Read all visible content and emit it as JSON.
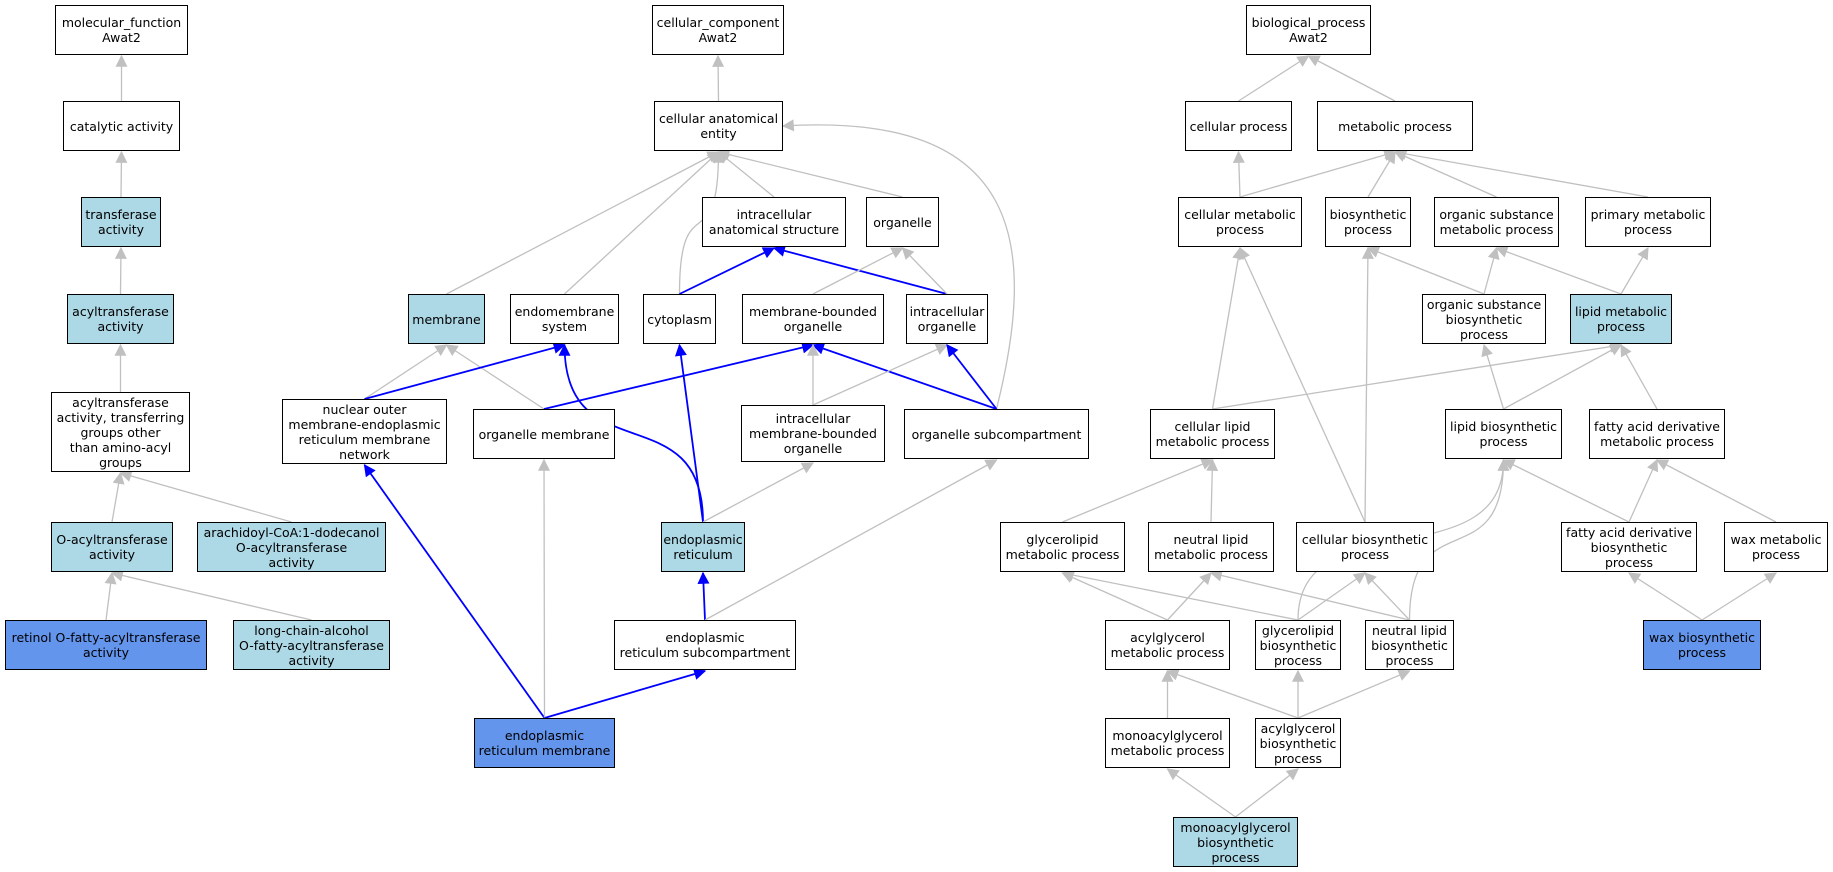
{
  "colors": {
    "plain_node": "#ffffff",
    "annotated_node": "#add8e6",
    "leaf_node": "#6495ed",
    "edge_default": "#c0c0c0",
    "edge_highlight": "#0000ff"
  },
  "nodes": [
    {
      "id": "mf",
      "lines": [
        "molecular_function",
        "Awat2"
      ],
      "fill": "white"
    },
    {
      "id": "catalytic",
      "lines": [
        "catalytic activity"
      ],
      "fill": "white"
    },
    {
      "id": "transferase",
      "lines": [
        "transferase",
        "activity"
      ],
      "fill": "light"
    },
    {
      "id": "acyltransferase",
      "lines": [
        "acyltransferase",
        "activity"
      ],
      "fill": "light"
    },
    {
      "id": "acyl_other",
      "lines": [
        "acyltransferase",
        "activity, transferring",
        "groups other",
        "than amino-acyl",
        "groups"
      ],
      "fill": "white"
    },
    {
      "id": "o_acyl",
      "lines": [
        "O-acyltransferase",
        "activity"
      ],
      "fill": "light"
    },
    {
      "id": "arachidoyl",
      "lines": [
        "arachidoyl-CoA:1-dodecanol",
        "O-acyltransferase",
        "activity"
      ],
      "fill": "light"
    },
    {
      "id": "retinol",
      "lines": [
        "retinol O-fatty-acyltransferase",
        "activity"
      ],
      "fill": "mid"
    },
    {
      "id": "longchain",
      "lines": [
        "long-chain-alcohol",
        "O-fatty-acyltransferase",
        "activity"
      ],
      "fill": "light"
    },
    {
      "id": "cc",
      "lines": [
        "cellular_component",
        "Awat2"
      ],
      "fill": "white"
    },
    {
      "id": "cae",
      "lines": [
        "cellular anatomical",
        "entity"
      ],
      "fill": "white"
    },
    {
      "id": "ias",
      "lines": [
        "intracellular",
        "anatomical structure"
      ],
      "fill": "white"
    },
    {
      "id": "organelle",
      "lines": [
        "organelle"
      ],
      "fill": "white"
    },
    {
      "id": "membrane",
      "lines": [
        "membrane"
      ],
      "fill": "light"
    },
    {
      "id": "endomem",
      "lines": [
        "endomembrane",
        "system"
      ],
      "fill": "white"
    },
    {
      "id": "cytoplasm",
      "lines": [
        "cytoplasm"
      ],
      "fill": "white"
    },
    {
      "id": "mbo",
      "lines": [
        "membrane-bounded",
        "organelle"
      ],
      "fill": "white"
    },
    {
      "id": "io",
      "lines": [
        "intracellular",
        "organelle"
      ],
      "fill": "white"
    },
    {
      "id": "nomer",
      "lines": [
        "nuclear outer",
        "membrane-endoplasmic",
        "reticulum membrane",
        "network"
      ],
      "fill": "white"
    },
    {
      "id": "orgmem",
      "lines": [
        "organelle membrane"
      ],
      "fill": "white"
    },
    {
      "id": "imbo",
      "lines": [
        "intracellular",
        "membrane-bounded",
        "organelle"
      ],
      "fill": "white"
    },
    {
      "id": "osub",
      "lines": [
        "organelle subcompartment"
      ],
      "fill": "white"
    },
    {
      "id": "er",
      "lines": [
        "endoplasmic",
        "reticulum"
      ],
      "fill": "light"
    },
    {
      "id": "ersub",
      "lines": [
        "endoplasmic",
        "reticulum subcompartment"
      ],
      "fill": "white"
    },
    {
      "id": "ermem",
      "lines": [
        "endoplasmic",
        "reticulum membrane"
      ],
      "fill": "mid"
    },
    {
      "id": "bp",
      "lines": [
        "biological_process",
        "Awat2"
      ],
      "fill": "white"
    },
    {
      "id": "cellproc",
      "lines": [
        "cellular process"
      ],
      "fill": "white"
    },
    {
      "id": "metproc",
      "lines": [
        "metabolic process"
      ],
      "fill": "white"
    },
    {
      "id": "cmp",
      "lines": [
        "cellular metabolic",
        "process"
      ],
      "fill": "white"
    },
    {
      "id": "biosyn",
      "lines": [
        "biosynthetic",
        "process"
      ],
      "fill": "white"
    },
    {
      "id": "osmp",
      "lines": [
        "organic substance",
        "metabolic process"
      ],
      "fill": "white"
    },
    {
      "id": "pmp",
      "lines": [
        "primary metabolic",
        "process"
      ],
      "fill": "white"
    },
    {
      "id": "osbp",
      "lines": [
        "organic substance",
        "biosynthetic",
        "process"
      ],
      "fill": "white"
    },
    {
      "id": "lmp",
      "lines": [
        "lipid metabolic",
        "process"
      ],
      "fill": "light"
    },
    {
      "id": "clmp",
      "lines": [
        "cellular lipid",
        "metabolic process"
      ],
      "fill": "white"
    },
    {
      "id": "lbp",
      "lines": [
        "lipid biosynthetic",
        "process"
      ],
      "fill": "white"
    },
    {
      "id": "fadmp",
      "lines": [
        "fatty acid derivative",
        "metabolic process"
      ],
      "fill": "white"
    },
    {
      "id": "glmp",
      "lines": [
        "glycerolipid",
        "metabolic process"
      ],
      "fill": "white"
    },
    {
      "id": "nlmp",
      "lines": [
        "neutral lipid",
        "metabolic process"
      ],
      "fill": "white"
    },
    {
      "id": "cbp",
      "lines": [
        "cellular biosynthetic",
        "process"
      ],
      "fill": "white"
    },
    {
      "id": "fadbp",
      "lines": [
        "fatty acid derivative",
        "biosynthetic",
        "process"
      ],
      "fill": "white"
    },
    {
      "id": "waxmp",
      "lines": [
        "wax metabolic",
        "process"
      ],
      "fill": "white"
    },
    {
      "id": "agmp",
      "lines": [
        "acylglycerol",
        "metabolic process"
      ],
      "fill": "white"
    },
    {
      "id": "glbp",
      "lines": [
        "glycerolipid",
        "biosynthetic",
        "process"
      ],
      "fill": "white"
    },
    {
      "id": "nlbp",
      "lines": [
        "neutral lipid",
        "biosynthetic",
        "process"
      ],
      "fill": "white"
    },
    {
      "id": "waxbp",
      "lines": [
        "wax biosynthetic",
        "process"
      ],
      "fill": "mid"
    },
    {
      "id": "magmp",
      "lines": [
        "monoacylglycerol",
        "metabolic process"
      ],
      "fill": "white"
    },
    {
      "id": "agbp",
      "lines": [
        "acylglycerol",
        "biosynthetic",
        "process"
      ],
      "fill": "white"
    },
    {
      "id": "magbp",
      "lines": [
        "monoacylglycerol",
        "biosynthetic",
        "process"
      ],
      "fill": "light"
    }
  ],
  "edges": [
    {
      "from": "catalytic",
      "to": "mf",
      "color": "gray"
    },
    {
      "from": "transferase",
      "to": "catalytic",
      "color": "gray"
    },
    {
      "from": "acyltransferase",
      "to": "transferase",
      "color": "gray"
    },
    {
      "from": "acyl_other",
      "to": "acyltransferase",
      "color": "gray"
    },
    {
      "from": "o_acyl",
      "to": "acyl_other",
      "color": "gray"
    },
    {
      "from": "arachidoyl",
      "to": "acyl_other",
      "color": "gray"
    },
    {
      "from": "retinol",
      "to": "o_acyl",
      "color": "gray"
    },
    {
      "from": "longchain",
      "to": "o_acyl",
      "color": "gray"
    },
    {
      "from": "cae",
      "to": "cc",
      "color": "gray"
    },
    {
      "from": "ias",
      "to": "cae",
      "color": "gray"
    },
    {
      "from": "organelle",
      "to": "cae",
      "color": "gray"
    },
    {
      "from": "membrane",
      "to": "cae",
      "color": "gray"
    },
    {
      "from": "endomem",
      "to": "cae",
      "color": "gray"
    },
    {
      "from": "cytoplasm",
      "to": "cae",
      "color": "gray",
      "curve": true
    },
    {
      "from": "osub",
      "to": "cae",
      "color": "gray",
      "curve": true
    },
    {
      "from": "cytoplasm",
      "to": "ias",
      "color": "blue"
    },
    {
      "from": "io",
      "to": "ias",
      "color": "blue"
    },
    {
      "from": "mbo",
      "to": "organelle",
      "color": "gray"
    },
    {
      "from": "io",
      "to": "organelle",
      "color": "gray"
    },
    {
      "from": "nomer",
      "to": "membrane",
      "color": "gray"
    },
    {
      "from": "orgmem",
      "to": "membrane",
      "color": "gray"
    },
    {
      "from": "nomer",
      "to": "endomem",
      "color": "blue"
    },
    {
      "from": "er",
      "to": "endomem",
      "color": "blue",
      "curve": true
    },
    {
      "from": "er",
      "to": "cytoplasm",
      "color": "blue"
    },
    {
      "from": "orgmem",
      "to": "mbo",
      "color": "blue"
    },
    {
      "from": "osub",
      "to": "mbo",
      "color": "blue"
    },
    {
      "from": "imbo",
      "to": "mbo",
      "color": "gray"
    },
    {
      "from": "imbo",
      "to": "io",
      "color": "gray"
    },
    {
      "from": "osub",
      "to": "io",
      "color": "blue"
    },
    {
      "from": "er",
      "to": "imbo",
      "color": "gray"
    },
    {
      "from": "ersub",
      "to": "er",
      "color": "blue"
    },
    {
      "from": "ersub",
      "to": "osub",
      "color": "gray"
    },
    {
      "from": "ermem",
      "to": "nomer",
      "color": "blue"
    },
    {
      "from": "ermem",
      "to": "orgmem",
      "color": "gray"
    },
    {
      "from": "ermem",
      "to": "ersub",
      "color": "blue"
    },
    {
      "from": "cellproc",
      "to": "bp",
      "color": "gray"
    },
    {
      "from": "metproc",
      "to": "bp",
      "color": "gray"
    },
    {
      "from": "cmp",
      "to": "cellproc",
      "color": "gray"
    },
    {
      "from": "cmp",
      "to": "metproc",
      "color": "gray"
    },
    {
      "from": "biosyn",
      "to": "metproc",
      "color": "gray"
    },
    {
      "from": "osmp",
      "to": "metproc",
      "color": "gray"
    },
    {
      "from": "pmp",
      "to": "metproc",
      "color": "gray"
    },
    {
      "from": "osbp",
      "to": "biosyn",
      "color": "gray"
    },
    {
      "from": "osbp",
      "to": "osmp",
      "color": "gray"
    },
    {
      "from": "lmp",
      "to": "osmp",
      "color": "gray"
    },
    {
      "from": "lmp",
      "to": "pmp",
      "color": "gray"
    },
    {
      "from": "clmp",
      "to": "cmp",
      "color": "gray"
    },
    {
      "from": "clmp",
      "to": "lmp",
      "color": "gray"
    },
    {
      "from": "lbp",
      "to": "osbp",
      "color": "gray"
    },
    {
      "from": "lbp",
      "to": "lmp",
      "color": "gray"
    },
    {
      "from": "fadmp",
      "to": "lmp",
      "color": "gray"
    },
    {
      "from": "glmp",
      "to": "clmp",
      "color": "gray"
    },
    {
      "from": "nlmp",
      "to": "clmp",
      "color": "gray"
    },
    {
      "from": "cbp",
      "to": "cmp",
      "color": "gray"
    },
    {
      "from": "cbp",
      "to": "biosyn",
      "color": "gray"
    },
    {
      "from": "fadbp",
      "to": "lbp",
      "color": "gray"
    },
    {
      "from": "fadbp",
      "to": "fadmp",
      "color": "gray"
    },
    {
      "from": "waxmp",
      "to": "fadmp",
      "color": "gray"
    },
    {
      "from": "agmp",
      "to": "glmp",
      "color": "gray"
    },
    {
      "from": "agmp",
      "to": "nlmp",
      "color": "gray"
    },
    {
      "from": "glbp",
      "to": "glmp",
      "color": "gray"
    },
    {
      "from": "glbp",
      "to": "cbp",
      "color": "gray"
    },
    {
      "from": "glbp",
      "to": "lbp",
      "color": "gray",
      "curve": true
    },
    {
      "from": "nlbp",
      "to": "nlmp",
      "color": "gray"
    },
    {
      "from": "nlbp",
      "to": "cbp",
      "color": "gray"
    },
    {
      "from": "nlbp",
      "to": "lbp",
      "color": "gray",
      "curve": true
    },
    {
      "from": "waxbp",
      "to": "fadbp",
      "color": "gray"
    },
    {
      "from": "waxbp",
      "to": "waxmp",
      "color": "gray"
    },
    {
      "from": "magmp",
      "to": "agmp",
      "color": "gray"
    },
    {
      "from": "agbp",
      "to": "agmp",
      "color": "gray"
    },
    {
      "from": "agbp",
      "to": "glbp",
      "color": "gray"
    },
    {
      "from": "agbp",
      "to": "nlbp",
      "color": "gray"
    },
    {
      "from": "magbp",
      "to": "magmp",
      "color": "gray"
    },
    {
      "from": "magbp",
      "to": "agbp",
      "color": "gray"
    }
  ]
}
